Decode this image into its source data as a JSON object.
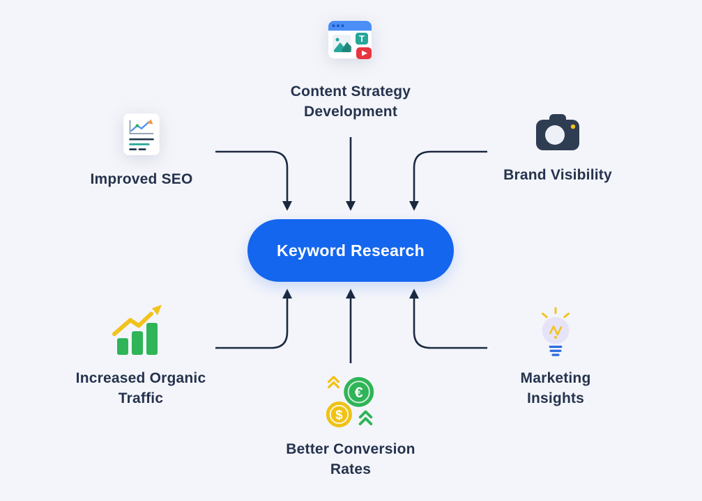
{
  "diagram": {
    "center": {
      "label": "Keyword Research"
    },
    "nodes": [
      {
        "id": "content-strategy-development",
        "label": "Content Strategy Development",
        "icon": "content-browser-icon",
        "position": "top-center"
      },
      {
        "id": "improved-seo",
        "label": "Improved SEO",
        "icon": "seo-report-icon",
        "position": "top-left"
      },
      {
        "id": "brand-visibility",
        "label": "Brand Visibility",
        "icon": "camera-icon",
        "position": "top-right"
      },
      {
        "id": "increased-organic-traffic",
        "label": "Increased Organic Traffic",
        "icon": "growth-bar-chart-icon",
        "position": "bottom-left"
      },
      {
        "id": "better-conversion-rates",
        "label": "Better Conversion Rates",
        "icon": "currency-coins-icon",
        "position": "bottom-center"
      },
      {
        "id": "marketing-insights",
        "label": "Marketing Insights",
        "icon": "lightbulb-icon",
        "position": "bottom-right"
      }
    ],
    "connections": [
      {
        "from": "content-strategy-development",
        "to": "keyword-research"
      },
      {
        "from": "improved-seo",
        "to": "keyword-research"
      },
      {
        "from": "brand-visibility",
        "to": "keyword-research"
      },
      {
        "from": "increased-organic-traffic",
        "to": "keyword-research"
      },
      {
        "from": "better-conversion-rates",
        "to": "keyword-research"
      },
      {
        "from": "marketing-insights",
        "to": "keyword-research"
      }
    ]
  },
  "icon_glyphs": {
    "content_tile_letter": "T",
    "euro_symbol": "€",
    "dollar_symbol": "$"
  },
  "colors": {
    "background": "#f4f5fa",
    "center_pill": "#1566ee",
    "center_text": "#ffffff",
    "label_text": "#25334d",
    "arrow": "#1b2940",
    "green": "#2fb457",
    "yellow": "#f2c21d",
    "teal": "#27a69a",
    "red": "#e8343f",
    "blue": "#4a8ef6",
    "camera_navy": "#2e3d52",
    "bulb_lavender": "#e6e3f8"
  }
}
